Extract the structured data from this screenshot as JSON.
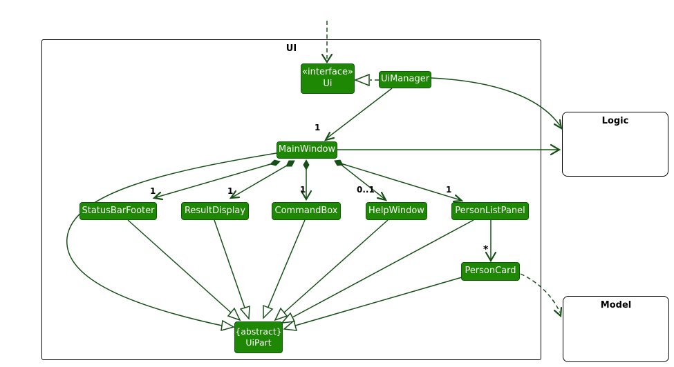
{
  "diagram": {
    "type": "uml-class-diagram",
    "containers": {
      "ui": {
        "label": "UI"
      },
      "logic": {
        "label": "Logic"
      },
      "model": {
        "label": "Model"
      }
    },
    "classes": {
      "ui_interface": {
        "stereotype": "«interface»",
        "name": "Ui"
      },
      "ui_manager": {
        "name": "UiManager"
      },
      "main_window": {
        "name": "MainWindow"
      },
      "status_bar_footer": {
        "name": "StatusBarFooter"
      },
      "result_display": {
        "name": "ResultDisplay"
      },
      "command_box": {
        "name": "CommandBox"
      },
      "help_window": {
        "name": "HelpWindow"
      },
      "person_list_panel": {
        "name": "PersonListPanel"
      },
      "person_card": {
        "name": "PersonCard"
      },
      "ui_part": {
        "stereotype": "{abstract}",
        "name": "UiPart"
      }
    },
    "multiplicities": {
      "uimanager_mainwindow": "1",
      "mainwindow_statusbarfooter": "1",
      "mainwindow_resultdisplay": "1",
      "mainwindow_commandbox": "1",
      "mainwindow_helpwindow": "0..1",
      "mainwindow_personlistpanel": "1",
      "personlistpanel_personcard": "*"
    },
    "colors": {
      "class_fill": "#1e8703",
      "class_border": "#0f5a0f",
      "class_text": "#ffffff",
      "connector": "#165016",
      "container_border": "#000000",
      "label_text": "#000000"
    }
  }
}
